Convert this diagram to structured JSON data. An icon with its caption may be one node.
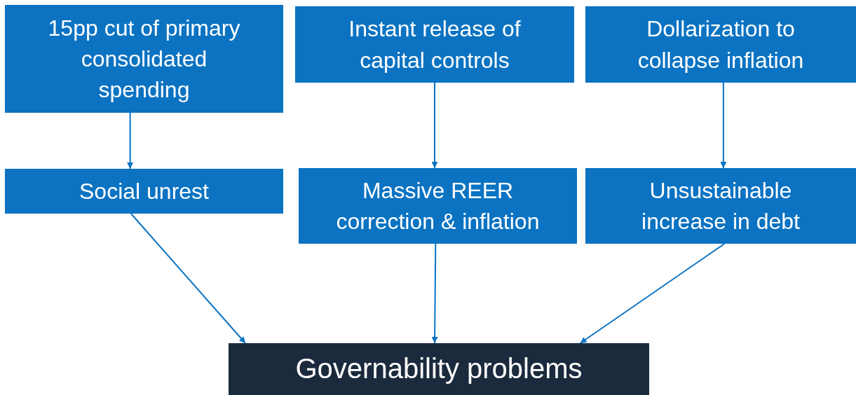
{
  "diagram": {
    "nodes": [
      {
        "text": [
          "15pp cut of primary consolidated spending"
        ]
      },
      {
        "text": [
          "Instant release of capital controls"
        ]
      },
      {
        "text": [
          "Dollarization to collapse inflation"
        ]
      },
      {
        "text": [
          "Social unrest"
        ]
      },
      {
        "text": [
          "Massive REER correction & inflation"
        ]
      },
      {
        "text": [
          "Unsustainable increase in debt"
        ]
      },
      {
        "text": [
          "Governability problems"
        ]
      }
    ],
    "edges": [
      {
        "from": 0,
        "to": 3,
        "arrow": "to"
      },
      {
        "from": 1,
        "to": 4,
        "arrow": "to"
      },
      {
        "from": 2,
        "to": 5,
        "arrow": "to"
      },
      {
        "from": 3,
        "to": 6,
        "arrow": "to"
      },
      {
        "from": 4,
        "to": 6,
        "arrow": "to"
      },
      {
        "from": 5,
        "to": 6,
        "arrow": "to"
      }
    ]
  }
}
